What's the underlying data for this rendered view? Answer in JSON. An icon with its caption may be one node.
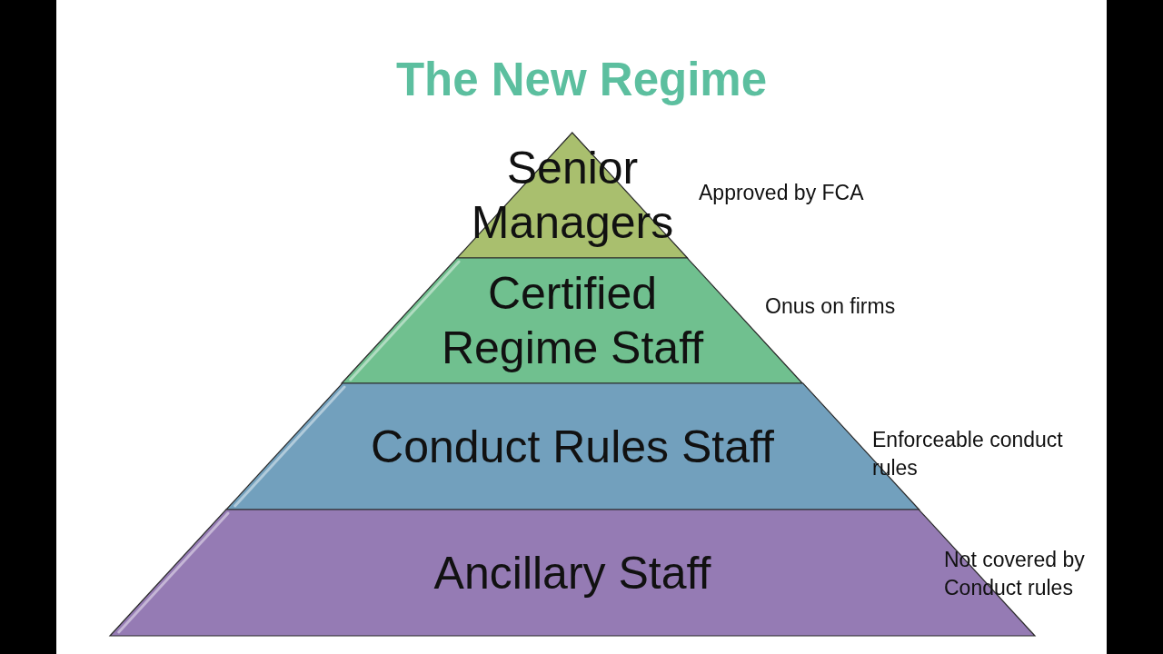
{
  "diagram": {
    "title": "The New Regime",
    "nodes": [
      {
        "text": [
          "Senior Managers"
        ],
        "beside": [
          "Approved by FCA"
        ]
      },
      {
        "text": [
          "Certified Regime Staff"
        ],
        "beside": [
          "Onus on firms"
        ]
      },
      {
        "text": [
          "Conduct Rules Staff"
        ],
        "beside": [
          "Enforceable conduct rules"
        ]
      },
      {
        "text": [
          "Ancillary Staff"
        ],
        "beside": [
          "Not covered by Conduct rules"
        ]
      }
    ]
  }
}
